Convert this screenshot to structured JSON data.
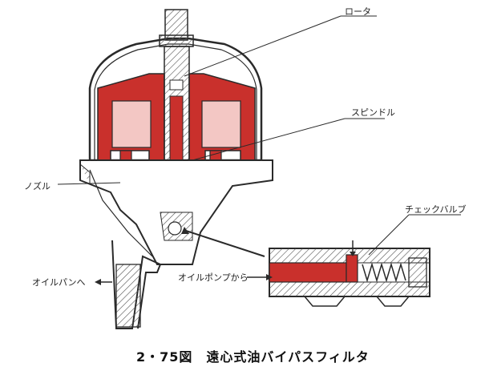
{
  "labels": {
    "rotor": "ロータ",
    "spindle": "スピンドル",
    "nozzle": "ノズル",
    "check_valve": "チェックバルブ",
    "to_oil_pan": "オイルパンへ",
    "from_oil_pump": "オイルポンプから"
  },
  "caption": "2・75図　遠心式油バイパスフィルタ",
  "colors": {
    "oil": "#c9302c",
    "outline": "#2a2a2a",
    "hatch": "#444444",
    "housing_fill": "#ffffff"
  }
}
